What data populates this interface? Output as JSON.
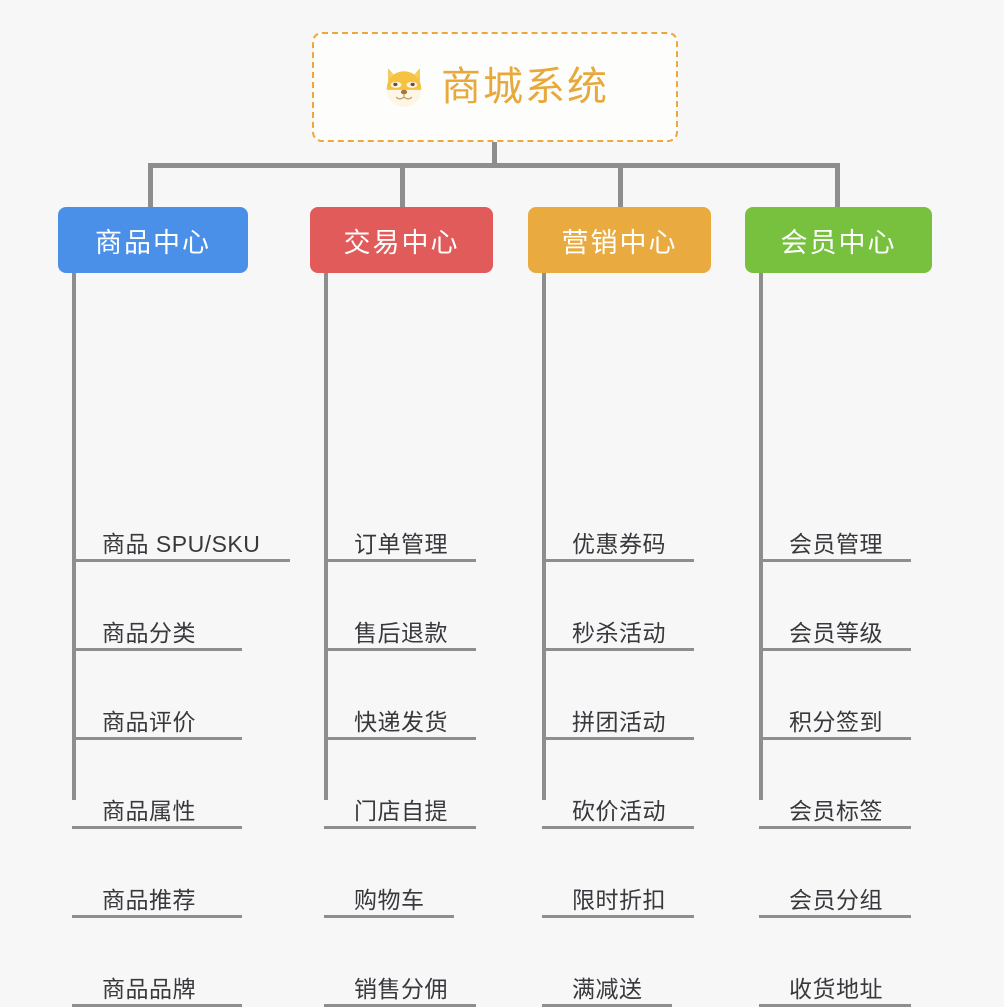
{
  "diagram": {
    "type": "mindmap",
    "background_color": "#f7f7f7",
    "connector_color": "#8e8e8e",
    "root": {
      "title": "商城系统",
      "icon": "shiba-dog-face-icon",
      "text_color": "#e8a93c",
      "border_color": "#efa73a",
      "border_style": "dashed"
    },
    "branches": [
      {
        "label": "商品中心",
        "color": "#4a90e8",
        "items": [
          "商品 SPU/SKU",
          "商品分类",
          "商品评价",
          "商品属性",
          "商品推荐",
          "商品品牌"
        ]
      },
      {
        "label": "交易中心",
        "color": "#e15b5b",
        "items": [
          "订单管理",
          "售后退款",
          "快递发货",
          "门店自提",
          "购物车",
          "销售分佣"
        ]
      },
      {
        "label": "营销中心",
        "color": "#e9ab3f",
        "items": [
          "优惠券码",
          "秒杀活动",
          "拼团活动",
          "砍价活动",
          "限时折扣",
          "满减送"
        ]
      },
      {
        "label": "会员中心",
        "color": "#77c13f",
        "items": [
          "会员管理",
          "会员等级",
          "积分签到",
          "会员标签",
          "会员分组",
          "收货地址"
        ]
      }
    ]
  }
}
